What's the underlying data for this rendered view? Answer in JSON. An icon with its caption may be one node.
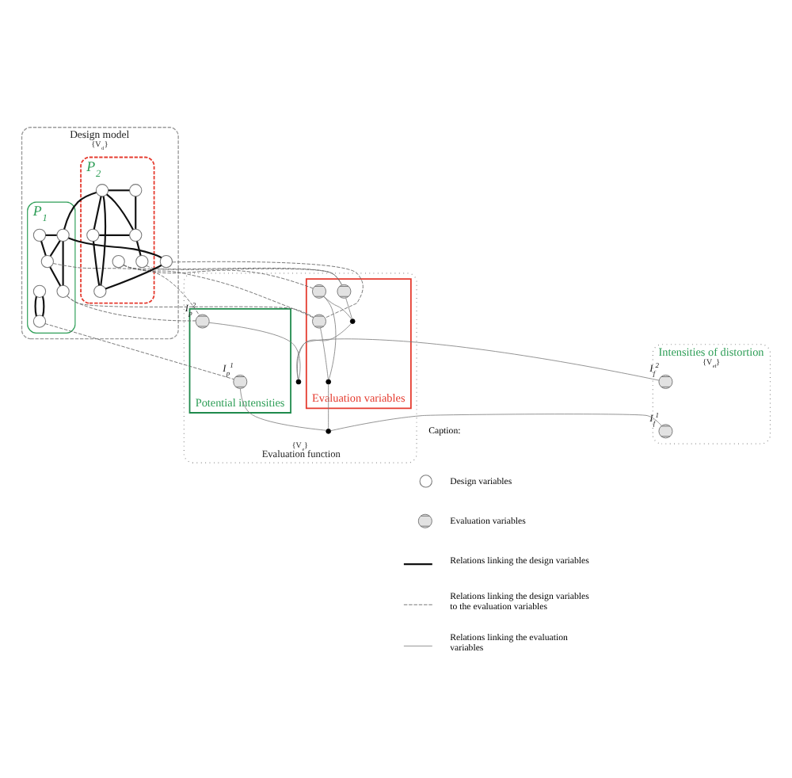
{
  "diagram": {
    "nodes": [
      {
        "text": [
          "Design model",
          "{V$_{d}$}"
        ]
      },
      {
        "text": [
          "P$_{1}$"
        ],
        "in": 0
      },
      {
        "text": [
          "P$_{2}$"
        ],
        "in": 0
      },
      {
        "text": [],
        "shape": "circle",
        "in": 1
      },
      {
        "text": [],
        "shape": "circle",
        "in": 1
      },
      {
        "text": [],
        "shape": "circle",
        "in": 2
      },
      {
        "text": [],
        "shape": "circle",
        "in": 2
      },
      {
        "text": [],
        "shape": "circle",
        "in": 0
      },
      {
        "text": [],
        "shape": "circle",
        "in": 2
      },
      {
        "text": [],
        "shape": "circle",
        "in": 2
      },
      {
        "text": [],
        "shape": "circle",
        "in": 1
      },
      {
        "text": [],
        "shape": "circle",
        "in": 2
      },
      {
        "text": [],
        "shape": "circle",
        "in": 1
      },
      {
        "text": [],
        "shape": "circle",
        "in": 1
      },
      {
        "text": [],
        "shape": "circle",
        "in": 2
      },
      {
        "text": [],
        "shape": "circle",
        "in": 2
      },
      {
        "text": [],
        "shape": "circle",
        "in": 1
      },
      {
        "text": [
          "{V$_{e}$}",
          "Evaluation function"
        ]
      },
      {
        "text": [
          "Potential intensities"
        ],
        "in": 17
      },
      {
        "text": [
          "Evaluation variables"
        ],
        "in": 17
      },
      {
        "text": [
          "Intensities of distortion",
          "{V$_{ef}$}"
        ]
      },
      {
        "text": [],
        "shape": "crossed-circle",
        "in": 18,
        "beside": [
          "I$_{p}$$^{1}$"
        ]
      },
      {
        "text": [],
        "shape": "crossed-circle",
        "in": 19
      },
      {
        "text": [],
        "shape": "crossed-circle",
        "in": 19
      },
      {
        "text": [],
        "shape": "crossed-circle",
        "in": 19
      },
      {
        "text": [],
        "shape": "crossed-circle",
        "in": 20,
        "beside": [
          "I$_{f}$$^{1}$"
        ]
      },
      {
        "text": [],
        "shape": "dot",
        "in": 19
      },
      {
        "text": [],
        "shape": "dot",
        "in": 19
      },
      {
        "text": [],
        "shape": "crossed-circle",
        "in": 20,
        "beside": [
          "I$_{f}$$^{2}$"
        ]
      },
      {
        "text": [],
        "shape": "crossed-circle",
        "in": 18,
        "beside": [
          "I$_{p}$$^{2}$"
        ]
      },
      {
        "text": [],
        "shape": "dot",
        "in": 17
      },
      {
        "text": [],
        "shape": "dot",
        "in": 17
      }
    ],
    "edges": [
      {
        "from": 3,
        "to": 4,
        "arrow": "none"
      },
      {
        "from": 3,
        "to": 10,
        "arrow": "none"
      },
      {
        "from": 4,
        "to": 10,
        "arrow": "none"
      },
      {
        "from": 4,
        "to": 13,
        "arrow": "none"
      },
      {
        "from": 10,
        "to": 13,
        "arrow": "none"
      },
      {
        "from": 12,
        "to": 16,
        "arrow": "none"
      },
      {
        "from": 12,
        "to": 16,
        "arrow": "none"
      },
      {
        "from": 5,
        "to": 4,
        "arrow": "none"
      },
      {
        "from": 4,
        "to": 7,
        "arrow": "none"
      },
      {
        "from": 7,
        "to": 11,
        "arrow": "none"
      },
      {
        "from": 5,
        "to": 11,
        "arrow": "none"
      },
      {
        "from": 5,
        "to": 8,
        "arrow": "none"
      },
      {
        "from": 6,
        "to": 5,
        "arrow": "none"
      },
      {
        "from": 5,
        "to": 9,
        "arrow": "none"
      },
      {
        "from": 6,
        "to": 9,
        "arrow": "none"
      },
      {
        "from": 8,
        "to": 11,
        "arrow": "none"
      },
      {
        "from": 8,
        "to": 9,
        "arrow": "none"
      },
      {
        "from": 9,
        "to": 15,
        "arrow": "none"
      },
      {
        "from": 16,
        "to": 21,
        "arrow": "none",
        "style": "dashed"
      },
      {
        "from": 10,
        "to": 29,
        "arrow": "none",
        "style": "dashed"
      },
      {
        "from": 13,
        "to": 29,
        "arrow": "none",
        "style": "dashed"
      },
      {
        "from": 13,
        "to": 22,
        "arrow": "none",
        "style": "dashed"
      },
      {
        "from": 7,
        "to": 22,
        "arrow": "none",
        "style": "dashed"
      },
      {
        "from": 14,
        "to": 22,
        "arrow": "none",
        "style": "dashed"
      },
      {
        "from": 14,
        "to": 23,
        "arrow": "none",
        "style": "dashed"
      },
      {
        "from": 14,
        "to": 24,
        "arrow": "none",
        "style": "dashed"
      },
      {
        "from": 15,
        "to": 24,
        "arrow": "none",
        "style": "dashed"
      },
      {
        "from": 22,
        "to": 26,
        "arrow": "none",
        "color": "#7a7a7a"
      },
      {
        "from": 23,
        "to": 26,
        "arrow": "none",
        "color": "#7a7a7a"
      },
      {
        "from": 23,
        "to": 27,
        "arrow": "none",
        "color": "#7a7a7a"
      },
      {
        "from": 24,
        "to": 27,
        "arrow": "none",
        "color": "#7a7a7a"
      },
      {
        "from": 21,
        "to": 30,
        "arrow": "none",
        "color": "#7a7a7a"
      },
      {
        "from": 26,
        "to": 30,
        "arrow": "none",
        "color": "#7a7a7a"
      },
      {
        "from": 30,
        "to": 25,
        "arrow": "none",
        "color": "#7a7a7a"
      },
      {
        "from": 29,
        "to": 31,
        "arrow": "none",
        "color": "#7a7a7a"
      },
      {
        "from": 27,
        "to": 31,
        "arrow": "none",
        "color": "#7a7a7a"
      },
      {
        "from": 31,
        "to": 28,
        "arrow": "none",
        "color": "#7a7a7a"
      }
    ],
    "labels": [
      "Caption:"
    ],
    "legend": [
      {
        "text": "Design variables"
      },
      {
        "text": "Evaluation variables"
      },
      {
        "text": "Relations linking the design variables"
      },
      {
        "text": "Relations linking the design variables to the evaluation variables"
      },
      {
        "text": "Relations linking the evaluation variables"
      }
    ]
  }
}
